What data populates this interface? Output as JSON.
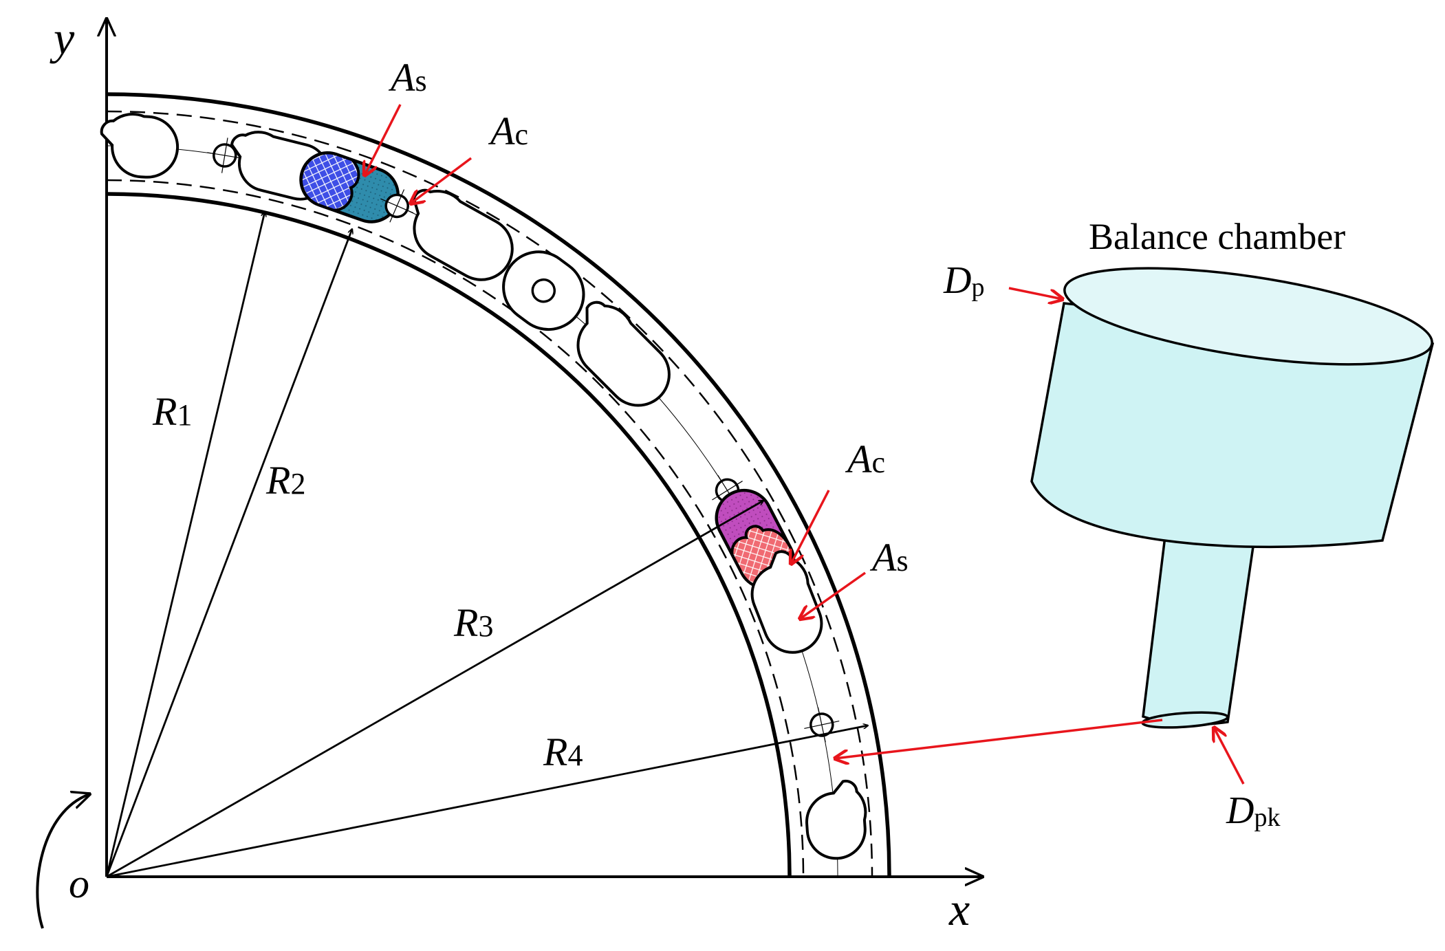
{
  "axes": {
    "y_label": "y",
    "x_label": "x",
    "origin_label": "o"
  },
  "radii": [
    {
      "main": "R",
      "sub": "1"
    },
    {
      "main": "R",
      "sub": "2"
    },
    {
      "main": "R",
      "sub": "3"
    },
    {
      "main": "R",
      "sub": "4"
    }
  ],
  "areas": {
    "upper": [
      {
        "main": "A",
        "sub": "s"
      },
      {
        "main": "A",
        "sub": "c"
      }
    ],
    "lower": [
      {
        "main": "A",
        "sub": "c"
      },
      {
        "main": "A",
        "sub": "s"
      }
    ]
  },
  "balance": {
    "title": "Balance chamber",
    "dp": {
      "main": "D",
      "sub": "p"
    },
    "dpk": {
      "main": "D",
      "sub": "pk"
    }
  },
  "colors": {
    "line": "#000000",
    "annotation": "#e8151c",
    "chamber_fill": "#cff3f4",
    "chamber_top": "#e1f7f8",
    "upper_chamber": "#2f8cac",
    "upper_suction": "#3e4ee6",
    "lower_chamber": "#c04dbe",
    "lower_suction": "#f06a72"
  }
}
